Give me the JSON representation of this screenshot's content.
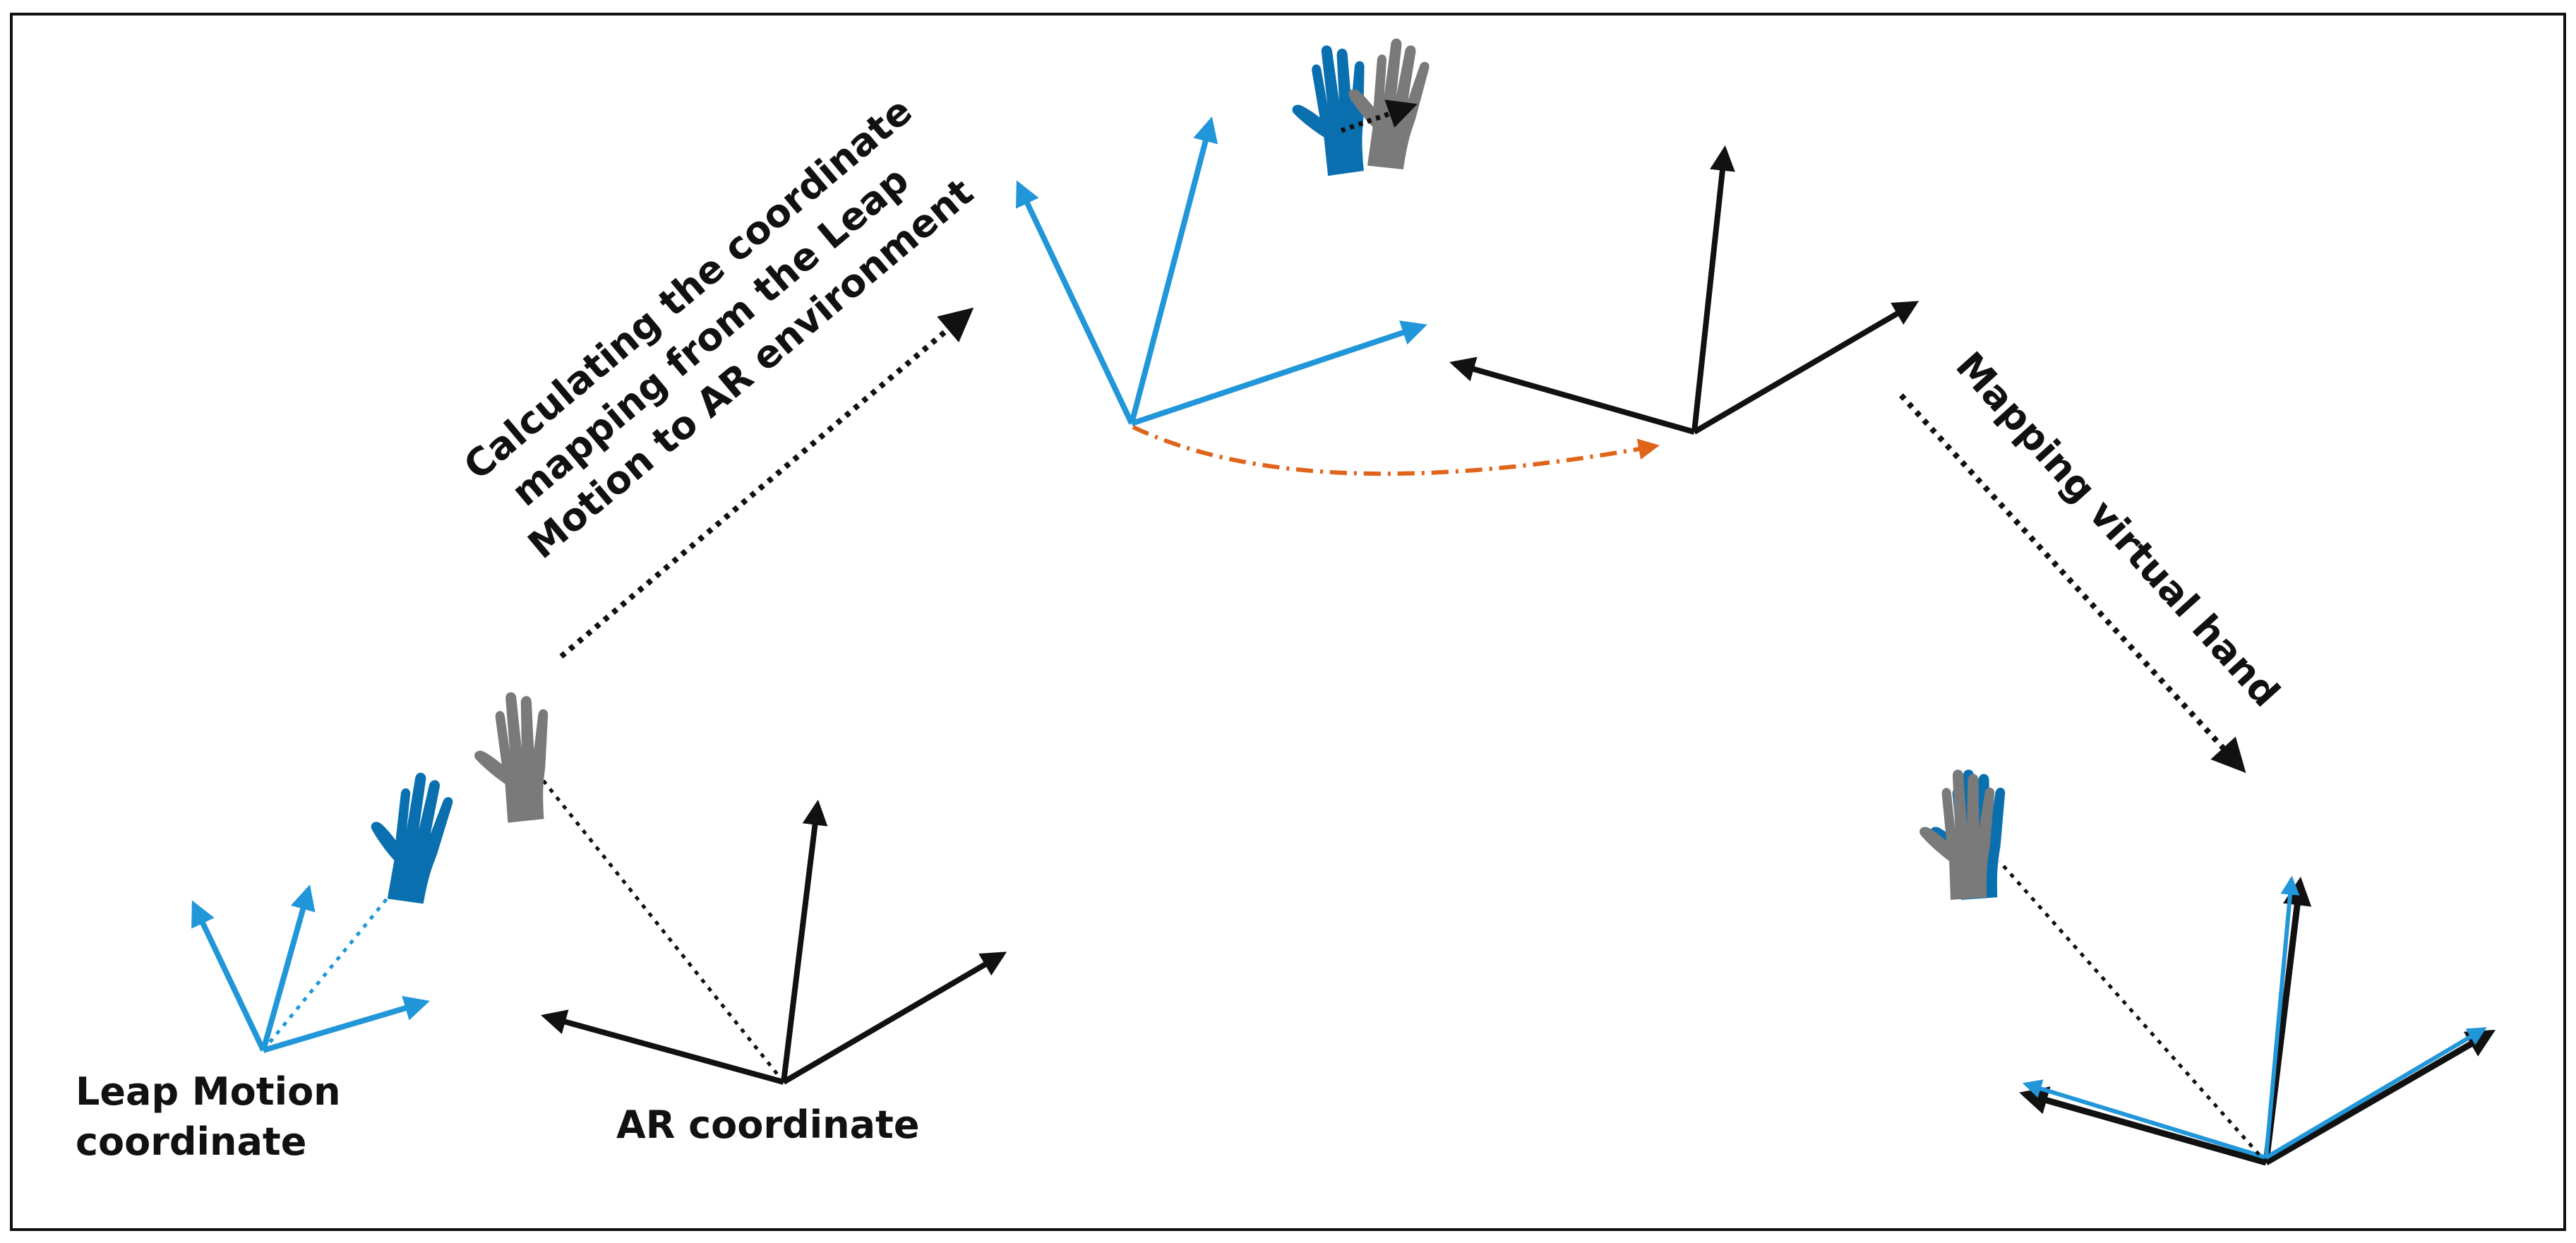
{
  "labels": {
    "leap_line1": "Leap Motion",
    "leap_line2": "coordinate",
    "ar": "AR coordinate",
    "calc_line1": "Calculating the coordinate",
    "calc_line2": "mapping from the Leap",
    "calc_line3": "Motion to AR environment",
    "mapping": "Mapping virtual hand"
  },
  "colors": {
    "leap_axis": "#2196D8",
    "ar_axis": "#111111",
    "leap_hand": "#0A6FAF",
    "ar_hand": "#7A7A7A",
    "transform_arrow": "#E0641A",
    "frame": "#111111"
  },
  "icons": [
    "blue-hand-icon",
    "gray-hand-icon"
  ]
}
